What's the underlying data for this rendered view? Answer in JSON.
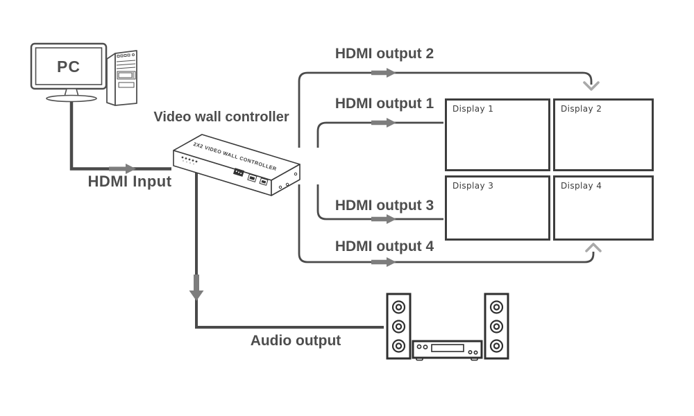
{
  "diagram": {
    "pc_label": "PC",
    "controller_label": "Video wall controller",
    "controller_device_text": "2X2 VIDEO WALL CONTROLLER",
    "hdmi_input_label": "HDMI Input",
    "audio_output_label": "Audio output",
    "outputs": [
      {
        "label": "HDMI output 1"
      },
      {
        "label": "HDMI output 2"
      },
      {
        "label": "HDMI output 3"
      },
      {
        "label": "HDMI output 4"
      }
    ],
    "displays": [
      {
        "label": "Display 1"
      },
      {
        "label": "Display 2"
      },
      {
        "label": "Display 3"
      },
      {
        "label": "Display 4"
      }
    ],
    "colors": {
      "line": "#4a4a4a",
      "text": "#4d4d4d",
      "arrow_fill": "#7d7d7d",
      "chevron": "#a9a9a9",
      "display_border": "#3d3d3d",
      "background": "#ffffff"
    }
  }
}
